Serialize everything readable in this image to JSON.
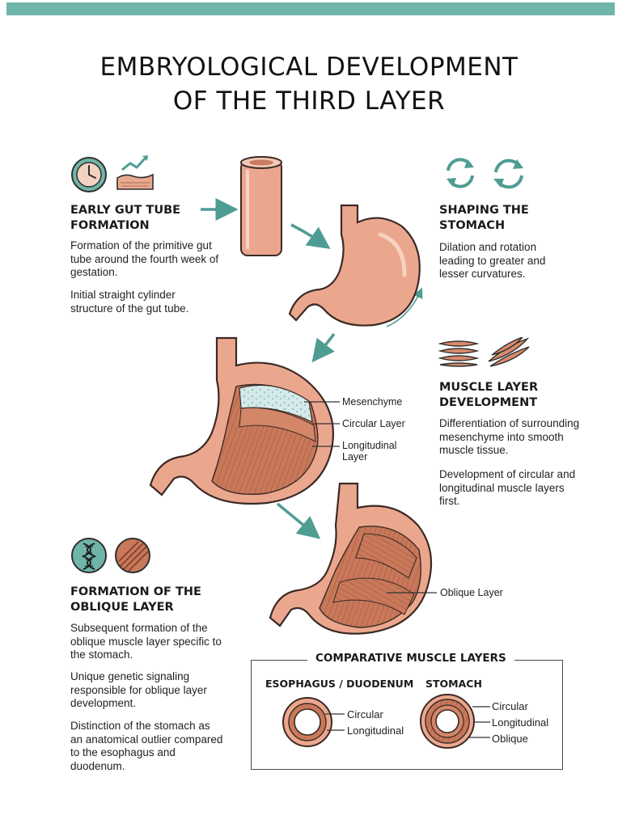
{
  "title": {
    "line1": "EMBRYOLOGICAL DEVELOPMENT",
    "line2": "OF THE THIRD LAYER"
  },
  "sections": {
    "early": {
      "heading1": "EARLY GUT TUBE",
      "heading2": "FORMATION",
      "para1": "Formation of the primitive gut tube around the fourth week of gestation.",
      "para2": "Initial straight cylinder structure of the gut tube."
    },
    "shaping": {
      "heading1": "SHAPING THE",
      "heading2": "STOMACH",
      "para1": "Dilation and rotation leading to greater and lesser curvatures."
    },
    "muscle": {
      "heading1": "MUSCLE LAYER",
      "heading2": "DEVELOPMENT",
      "para1": "Differentiation of surrounding mesenchyme into smooth muscle tissue.",
      "para2": "Development of circular and longitudinal muscle layers first."
    },
    "oblique": {
      "heading1": "FORMATION OF THE",
      "heading2": "OBLIQUE LAYER",
      "para1": "Subsequent formation of the oblique muscle layer specific to the stomach.",
      "para2": "Unique genetic signaling responsible for oblique layer development.",
      "para3": "Distinction of the stomach as an anatomical outlier compared to the esophagus and duodenum."
    }
  },
  "callouts": {
    "mesenchyme": "Mesenchyme",
    "circular": "Circular Layer",
    "longitudinal1": "Longitudinal",
    "longitudinal2": "Layer",
    "oblique": "Oblique Layer"
  },
  "comparison": {
    "title": "COMPARATIVE MUSCLE LAYERS",
    "left_title": "ESOPHAGUS / DUODENUM",
    "left_labels": [
      "Circular",
      "Longitudinal"
    ],
    "right_title": "STOMACH",
    "right_labels": [
      "Circular",
      "Longitudinal",
      "Oblique"
    ]
  },
  "icons": [
    "clock-icon",
    "tissue-growth-icon",
    "rotation-arrows-icon",
    "muscle-fiber-icon",
    "dna-icon",
    "oblique-fiber-icon"
  ],
  "colors": {
    "accent": "#6fb5aa",
    "tissue": "#e9a78d",
    "muscle": "#c9785a",
    "mesenchyme": "#cfe7e6",
    "outline": "#3b2a26"
  }
}
